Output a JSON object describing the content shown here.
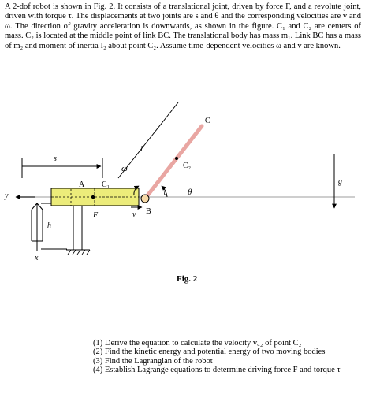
{
  "problem": {
    "intro": "A 2-dof robot is shown in Fig. 2. It consists of a translational joint, driven by force F, and a revolute joint, driven with torque τ. The displacements at two joints are s and θ and the corresponding velocities are v and ω. The direction of gravity acceleration is downwards, as shown in the figure. C₁ and C₂ are centers of mass. C₂ is located at the middle point of link BC. The translational body has mass m₁. Link BC has a mass of m₂ and moment of inertia I₂ about point C₂. Assume time-dependent velocities ω and v are known."
  },
  "figure": {
    "labels": {
      "s": "s",
      "l": "l",
      "omega": "ω",
      "tau": "τ",
      "theta": "θ",
      "C": "C",
      "C2": "C₂",
      "A": "A",
      "C1": "C₁",
      "B": "B",
      "F": "F",
      "v": "v",
      "y": "y",
      "h": "h",
      "x": "x",
      "g": "g"
    },
    "caption": "Fig. 2",
    "colors": {
      "link": "#e9a6a2",
      "slider": "#ecec7a",
      "joint": "#f6d8a6"
    }
  },
  "questions": [
    "(1) Derive the equation to calculate the velocity v꜀₂ of point C₂",
    "(2) Find the kinetic energy and potential energy  of two moving bodies",
    "(3) Find the Lagrangian of the robot",
    "(4) Establish Lagrange equations to determine driving force F and torque τ"
  ]
}
